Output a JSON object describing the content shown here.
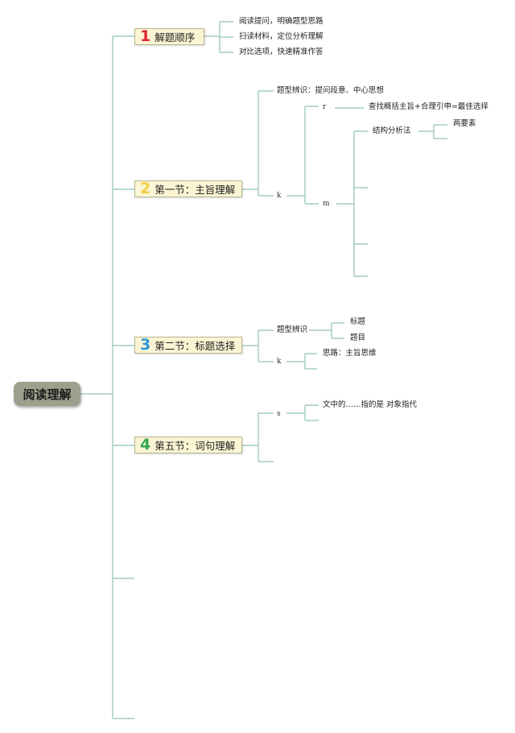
{
  "root": {
    "label": "阅读理解"
  },
  "sections": [
    {
      "number": "1",
      "number_color": "#e0262d",
      "label": "解题顺序"
    },
    {
      "number": "2",
      "number_color": "#f2cf45",
      "label": "第一节：主旨理解"
    },
    {
      "number": "3",
      "number_color": "#2c95d8",
      "label": "第二节：标题选择"
    },
    {
      "number": "4",
      "number_color": "#34a853",
      "label": "第五节：词句理解"
    }
  ],
  "sec1": {
    "items": [
      "阅读提问，明确题型思路",
      "扫读材料，定位分析理解",
      "对比选项，快速精准作答"
    ]
  },
  "sec2": {
    "type_label": "题型辨识：提问段意、中心思想",
    "k": "k",
    "r": "r",
    "r_text": "查找概括主旨+合理引申=最佳选择",
    "m": "m",
    "structure": "结构分析法",
    "two_elements": "两要素"
  },
  "sec3": {
    "type_label": "题型辨识",
    "title": "标题",
    "topic": "题目",
    "k": "k",
    "idea": "思路：主旨思维"
  },
  "sec4": {
    "s": "s",
    "text": "文中的……指的是 对象指代"
  },
  "colors": {
    "line": "#8fc2b4",
    "section_fill": "#fbf5d4",
    "root_fill": "#9e9f8c"
  }
}
